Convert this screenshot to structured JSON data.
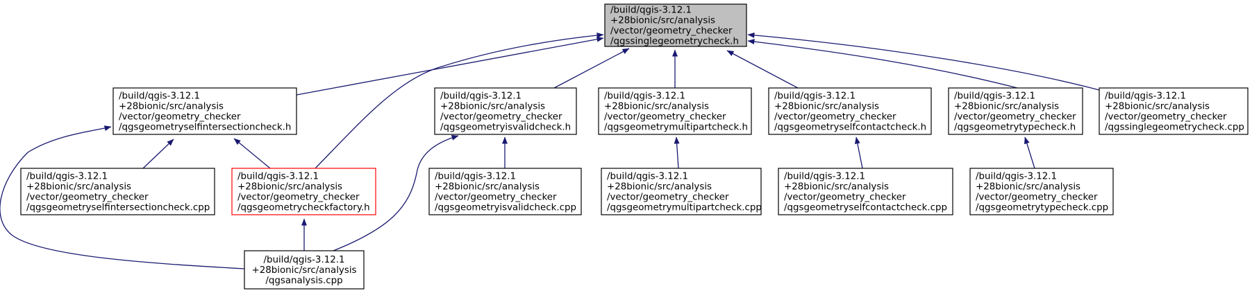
{
  "colors": {
    "edge": "#191970",
    "node_border": "#000000",
    "root_fill": "#bfbfbf",
    "node_fill": "#ffffff",
    "highlight_border": "#ff0000"
  },
  "nodes": [
    {
      "id": "root",
      "lines": [
        "/build/qgis-3.12.1",
        "+28bionic/src/analysis",
        "/vector/geometry_checker",
        "/qgssinglegeometrycheck.h"
      ],
      "align": "left",
      "style": "root"
    },
    {
      "id": "selfintersection-h",
      "lines": [
        "/build/qgis-3.12.1",
        "+28bionic/src/analysis",
        "/vector/geometry_checker",
        "/qgsgeometryselfintersectioncheck.h"
      ],
      "align": "left",
      "style": "normal"
    },
    {
      "id": "isvalid-h",
      "lines": [
        "/build/qgis-3.12.1",
        "+28bionic/src/analysis",
        "/vector/geometry_checker",
        "/qgsgeometryisvalidcheck.h"
      ],
      "align": "left",
      "style": "normal"
    },
    {
      "id": "multipart-h",
      "lines": [
        "/build/qgis-3.12.1",
        "+28bionic/src/analysis",
        "/vector/geometry_checker",
        "/qgsgeometrymultipartcheck.h"
      ],
      "align": "left",
      "style": "normal"
    },
    {
      "id": "selfcontact-h",
      "lines": [
        "/build/qgis-3.12.1",
        "+28bionic/src/analysis",
        "/vector/geometry_checker",
        "/qgsgeometryselfcontactcheck.h"
      ],
      "align": "left",
      "style": "normal"
    },
    {
      "id": "type-h",
      "lines": [
        "/build/qgis-3.12.1",
        "+28bionic/src/analysis",
        "/vector/geometry_checker",
        "/qgsgeometrytypecheck.h"
      ],
      "align": "left",
      "style": "normal"
    },
    {
      "id": "singlegeometry-cpp",
      "lines": [
        "/build/qgis-3.12.1",
        "+28bionic/src/analysis",
        "/vector/geometry_checker",
        "/qgssinglegeometrycheck.cpp"
      ],
      "align": "left",
      "style": "normal"
    },
    {
      "id": "selfintersection-cpp",
      "lines": [
        "/build/qgis-3.12.1",
        "+28bionic/src/analysis",
        "/vector/geometry_checker",
        "/qgsgeometryselfintersectioncheck.cpp"
      ],
      "align": "left",
      "style": "normal"
    },
    {
      "id": "checkfactory-h",
      "lines": [
        "/build/qgis-3.12.1",
        "+28bionic/src/analysis",
        "/vector/geometry_checker",
        "/qgsgeometrycheckfactory.h"
      ],
      "align": "left",
      "style": "highlight"
    },
    {
      "id": "isvalid-cpp",
      "lines": [
        "/build/qgis-3.12.1",
        "+28bionic/src/analysis",
        "/vector/geometry_checker",
        "/qgsgeometryisvalidcheck.cpp"
      ],
      "align": "left",
      "style": "normal"
    },
    {
      "id": "multipart-cpp",
      "lines": [
        "/build/qgis-3.12.1",
        "+28bionic/src/analysis",
        "/vector/geometry_checker",
        "/qgsgeometrymultipartcheck.cpp"
      ],
      "align": "left",
      "style": "normal"
    },
    {
      "id": "selfcontact-cpp",
      "lines": [
        "/build/qgis-3.12.1",
        "+28bionic/src/analysis",
        "/vector/geometry_checker",
        "/qgsgeometryselfcontactcheck.cpp"
      ],
      "align": "left",
      "style": "normal"
    },
    {
      "id": "type-cpp",
      "lines": [
        "/build/qgis-3.12.1",
        "+28bionic/src/analysis",
        "/vector/geometry_checker",
        "/qgsgeometrytypecheck.cpp"
      ],
      "align": "left",
      "style": "normal"
    },
    {
      "id": "analysis-cpp",
      "lines": [
        "/build/qgis-3.12.1",
        "+28bionic/src/analysis",
        "/qgsanalysis.cpp"
      ],
      "align": "center",
      "style": "normal"
    }
  ],
  "edges": [
    {
      "from": "selfintersection-h",
      "to": "root"
    },
    {
      "from": "checkfactory-h",
      "to": "root"
    },
    {
      "from": "isvalid-h",
      "to": "root"
    },
    {
      "from": "multipart-h",
      "to": "root"
    },
    {
      "from": "selfcontact-h",
      "to": "root"
    },
    {
      "from": "type-h",
      "to": "root"
    },
    {
      "from": "singlegeometry-cpp",
      "to": "root"
    },
    {
      "from": "selfintersection-cpp",
      "to": "selfintersection-h"
    },
    {
      "from": "checkfactory-h",
      "to": "selfintersection-h"
    },
    {
      "from": "analysis-cpp",
      "to": "selfintersection-h"
    },
    {
      "from": "isvalid-cpp",
      "to": "isvalid-h"
    },
    {
      "from": "analysis-cpp",
      "to": "isvalid-h"
    },
    {
      "from": "multipart-cpp",
      "to": "multipart-h"
    },
    {
      "from": "selfcontact-cpp",
      "to": "selfcontact-h"
    },
    {
      "from": "type-cpp",
      "to": "type-h"
    },
    {
      "from": "analysis-cpp",
      "to": "checkfactory-h"
    }
  ]
}
